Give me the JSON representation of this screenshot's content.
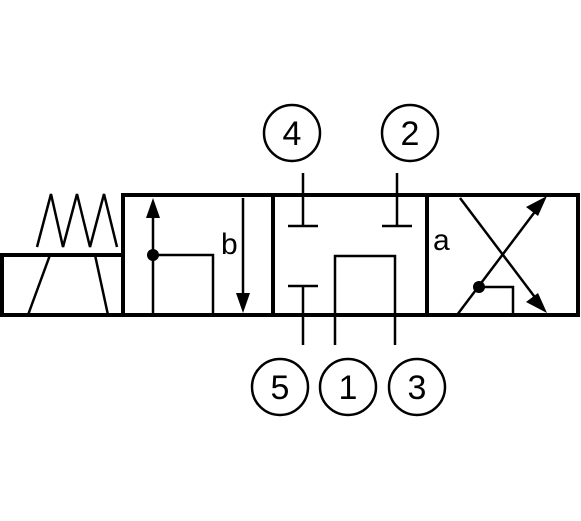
{
  "ports": {
    "p4": "4",
    "p2": "2",
    "p5": "5",
    "p1": "1",
    "p3": "3"
  },
  "positions": {
    "left": "b",
    "right": "a"
  },
  "colors": {
    "line": "#000000",
    "background": "#ffffff"
  },
  "icons": {
    "actuator": "spring-return-icon",
    "left_block": "flow-path-b-icon",
    "center_block": "closed-center-icon",
    "right_block": "crossed-flow-a-icon"
  }
}
